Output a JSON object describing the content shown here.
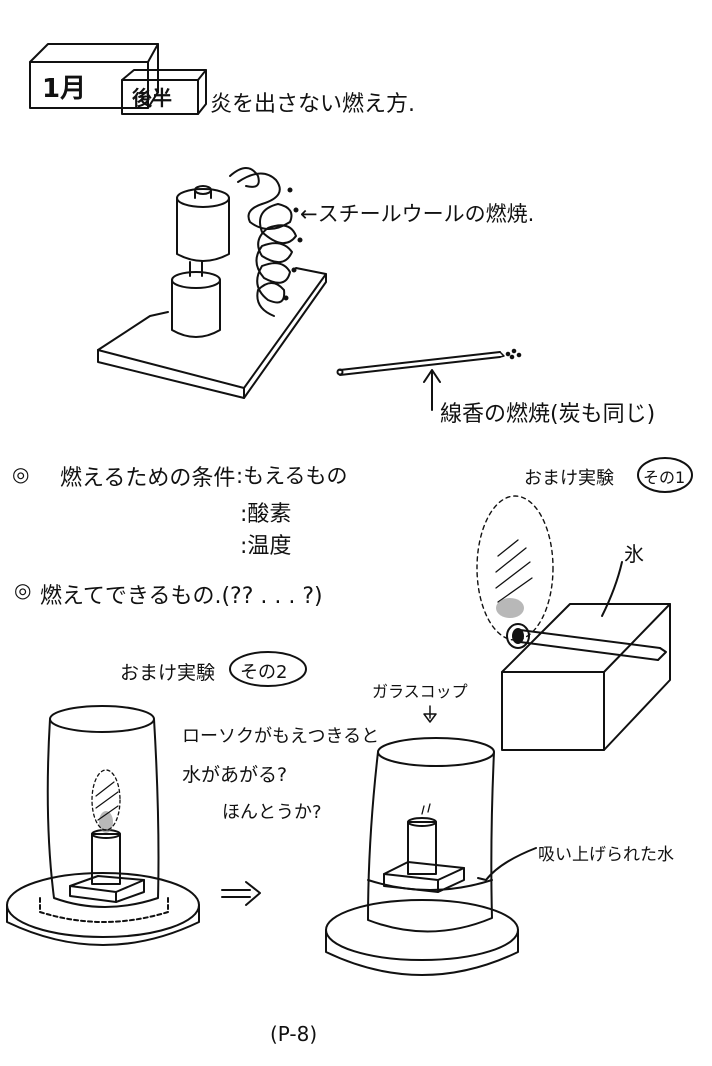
{
  "header": {
    "month": "1月",
    "half": "後半",
    "title": "炎を出さない燃え方."
  },
  "labels": {
    "steel_wool": "←スチールウールの燃焼.",
    "incense": "線香の燃焼(炭も同じ)",
    "ice": "氷",
    "glass_cup": "ガラスコップ",
    "absorbed_water": "吸い上げられた水"
  },
  "conditions": {
    "bullet1": "◎",
    "heading": "燃えるための条件",
    "items": [
      ":もえるもの",
      ":酸素",
      ":温度"
    ],
    "bullet2": "◎",
    "question": "燃えてできるもの.(?? . . .  ?)"
  },
  "bonus1": {
    "label": "おまけ実験",
    "badge": "その1"
  },
  "bonus2": {
    "label": "おまけ実験",
    "badge": "その2",
    "lines": [
      "ローソクがもえつきると",
      "水があがる?",
      "ほんとうか?"
    ]
  },
  "page_number": "(P-8)"
}
